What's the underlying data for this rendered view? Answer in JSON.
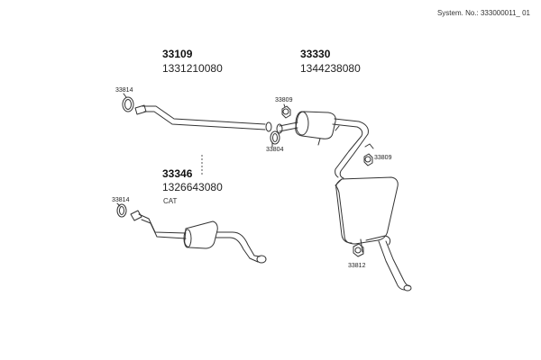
{
  "system_no": "System. No.: 333000011_ 01",
  "groups": [
    {
      "code": "33109",
      "part_no": "1331210080"
    },
    {
      "code": "33330",
      "part_no": "1344238080"
    },
    {
      "code": "33346",
      "part_no": "1326643080",
      "note": "CAT"
    }
  ],
  "refs": {
    "r1": "33814",
    "r2": "33809",
    "r3": "33804",
    "r4": "33809",
    "r5": "33814",
    "r6": "33812"
  }
}
